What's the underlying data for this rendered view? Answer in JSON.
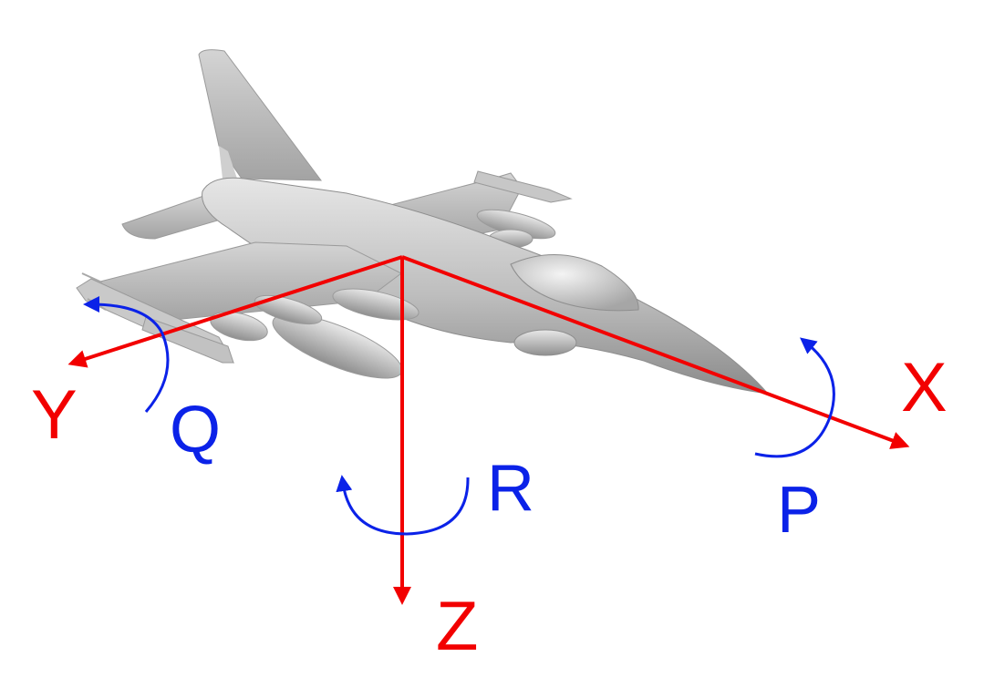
{
  "axes": {
    "x": {
      "label": "X",
      "color": "#f20000"
    },
    "y": {
      "label": "Y",
      "color": "#f20000"
    },
    "z": {
      "label": "Z",
      "color": "#f20000"
    }
  },
  "rotations": {
    "roll": {
      "label": "P",
      "color": "#0b22e8"
    },
    "pitch": {
      "label": "Q",
      "color": "#0b22e8"
    },
    "yaw": {
      "label": "R",
      "color": "#0b22e8"
    }
  },
  "aircraft": {
    "icon": "fighter-jet-icon",
    "color": "#b9b9b9"
  }
}
